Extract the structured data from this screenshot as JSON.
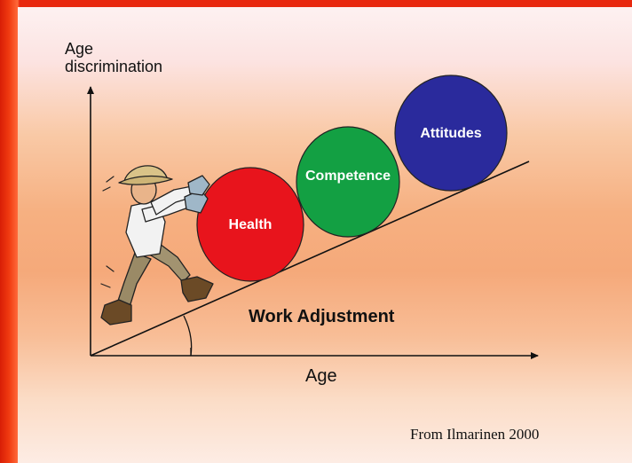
{
  "axes": {
    "y_label_line1": "Age",
    "y_label_line2": "discrimination",
    "x_label": "Age"
  },
  "slope_label": "Work Adjustment",
  "balls": [
    {
      "label": "Health",
      "color": "#e8141c"
    },
    {
      "label": "Competence",
      "color": "#13a043"
    },
    {
      "label": "Attitudes",
      "color": "#2a2a9c"
    }
  ],
  "source": "From Ilmarinen  2000",
  "colors": {
    "frame": "#e8280e",
    "axis": "#111111"
  },
  "figure": "man-pushing-icon"
}
